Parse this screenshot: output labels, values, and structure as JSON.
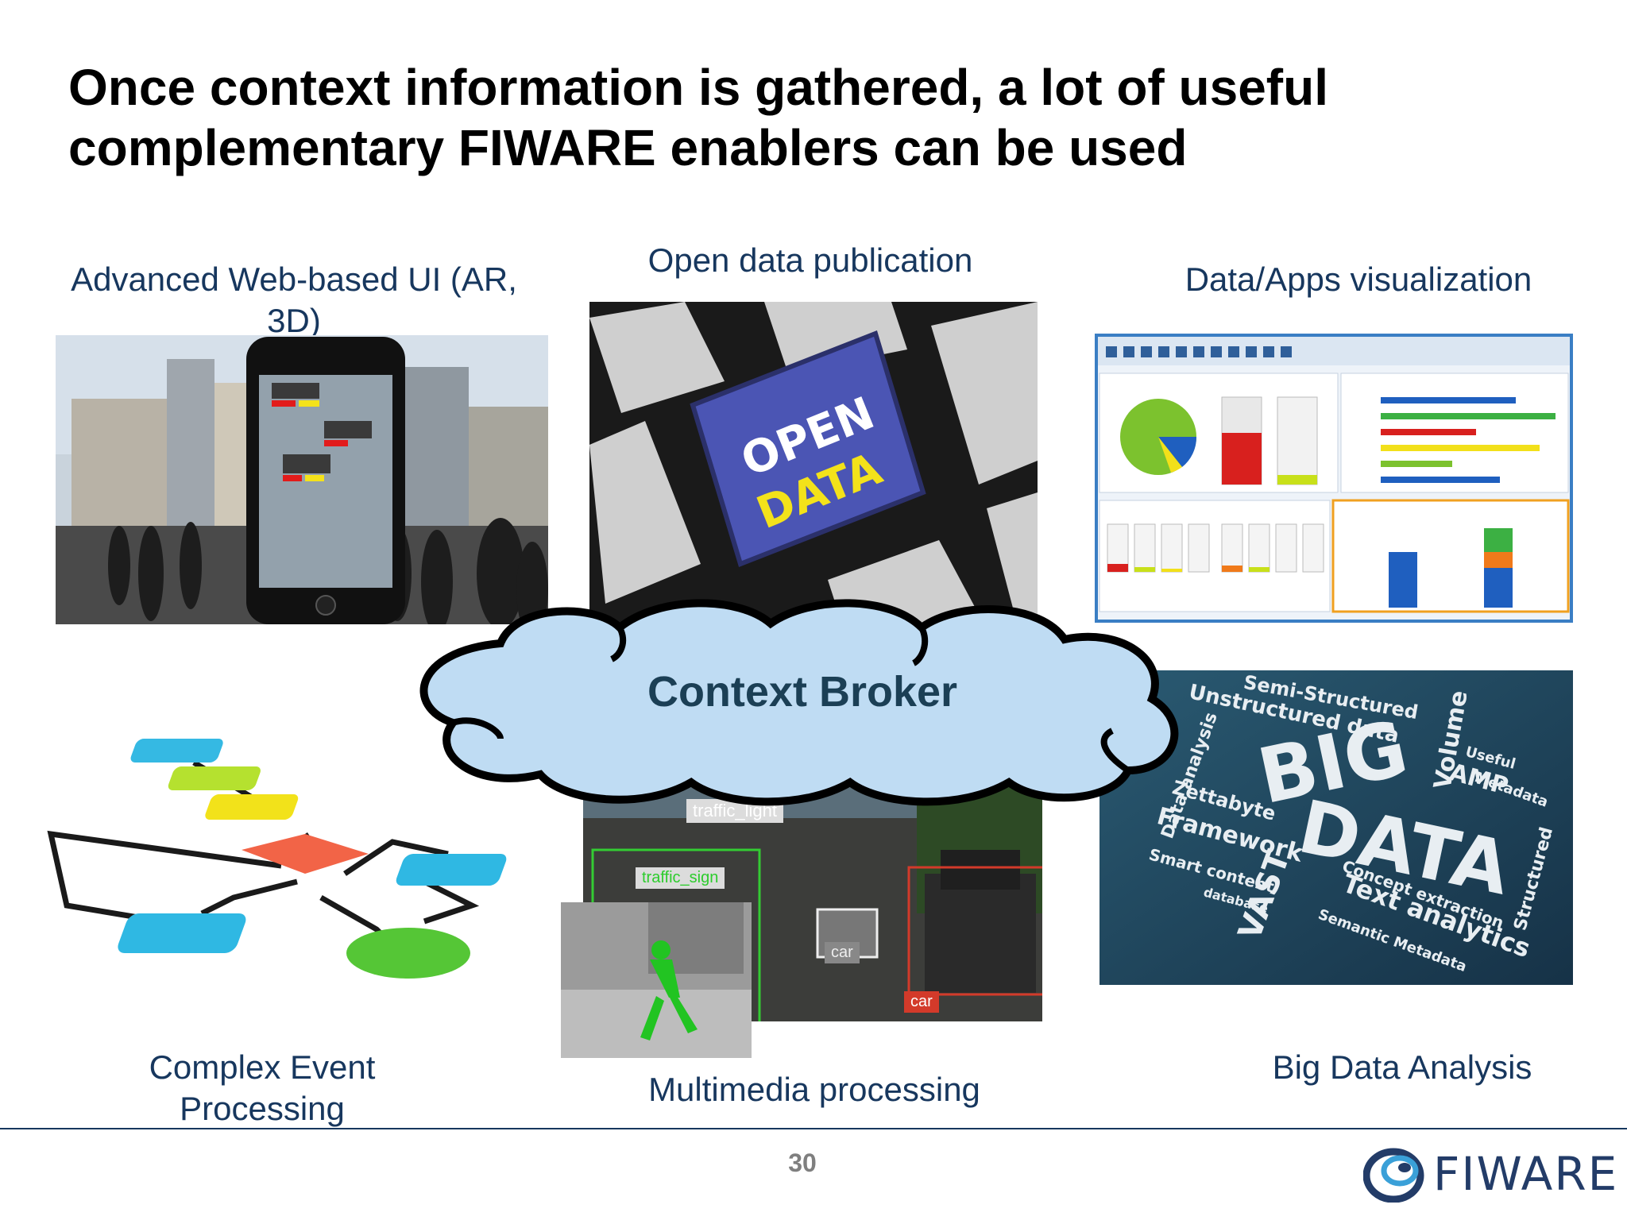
{
  "slide": {
    "title_line1": "Once context information is gathered, a lot of useful",
    "title_line2": "complementary FIWARE enablers can be used",
    "page_number": "30"
  },
  "labels": {
    "web_ui": "Advanced Web-based UI (AR, 3D)",
    "open_data": "Open data publication",
    "visualization": "Data/Apps visualization",
    "cep_line1": "Complex Event",
    "cep_line2": "Processing",
    "multimedia": "Multimedia processing",
    "big_data": "Big Data Analysis",
    "context_broker": "Context Broker"
  },
  "images": {
    "open_key_line1": "OPEN",
    "open_key_line2": "DATA",
    "video_tags": [
      "traffic_light",
      "traffic_sign",
      "car",
      "car"
    ],
    "bigdata_words": [
      "BIG",
      "DATA",
      "VAST",
      "Volume",
      "Text analytics",
      "Semi-Structured",
      "Unstructured data",
      "Framework",
      "Zettabyte",
      "Concept extraction",
      "Semantic Metadata",
      "Metadata",
      "AMP",
      "Structured",
      "Data analysis",
      "Smart content",
      "database",
      "Useful"
    ]
  },
  "logo": {
    "text": "FIWARE",
    "colors": {
      "primary": "#233c68",
      "accent": "#3aa0d8"
    }
  },
  "colors": {
    "label_text": "#17375e",
    "cloud_fill": "#bfdcf3",
    "cloud_stroke": "#000000"
  }
}
